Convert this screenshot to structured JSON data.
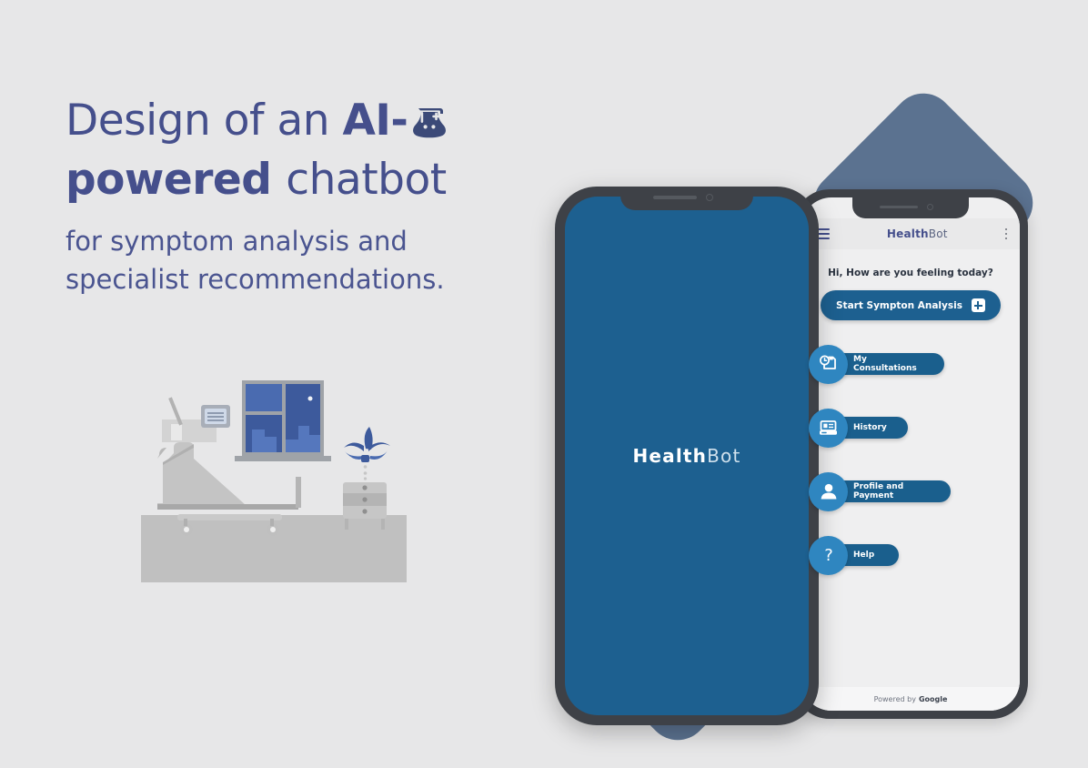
{
  "theme": {
    "background": "#e7e7e8",
    "headline_color": "#454f8c",
    "subhead_color": "#4a5490",
    "brand_blue": "#1d6090",
    "icon_blue": "#2f86c0",
    "pill_blue": "#1a5f8d",
    "slate": "#5b7290",
    "phone_frame": "#3e4147"
  },
  "headline": {
    "line1_light": "Design of an ",
    "line1_bold": "AI-",
    "line2_bold": "powered ",
    "line2_light": "chatbot",
    "icon": "medical-bag-icon"
  },
  "subhead": {
    "line1": "for symptom analysis and",
    "line2": "specialist recommendations."
  },
  "illustration": {
    "name": "hospital-room-illustration",
    "parts": [
      "hospital-bed",
      "window",
      "wall-monitor",
      "nightstand",
      "potted-plant",
      "floor"
    ]
  },
  "phone_front": {
    "name": "splash-screen-phone",
    "brand_bold": "Health",
    "brand_light": "Bot",
    "notch": {
      "speaker": "speaker-slot",
      "camera": "front-camera"
    }
  },
  "phone_back": {
    "name": "app-screen-phone",
    "appbar": {
      "menu_icon": "hamburger-menu-icon",
      "brand_bold": "Health",
      "brand_light": "Bot",
      "overflow_icon": "kebab-menu-icon"
    },
    "greeting": "Hi, How are you feeling today?",
    "cta": {
      "label": "Start Sympton Analysis",
      "icon": "plus-square-icon"
    },
    "menu_items": [
      {
        "label": "My Consultations",
        "icon": "clock-document-icon",
        "width": 126
      },
      {
        "label": "History",
        "icon": "records-card-icon",
        "width": 86
      },
      {
        "label": "Profile and Payment",
        "icon": "user-profile-icon",
        "width": 133
      },
      {
        "label": "Help",
        "icon": "question-mark-icon",
        "width": 76
      }
    ],
    "footer": {
      "prefix": "Powered by",
      "brand": "Google"
    }
  }
}
